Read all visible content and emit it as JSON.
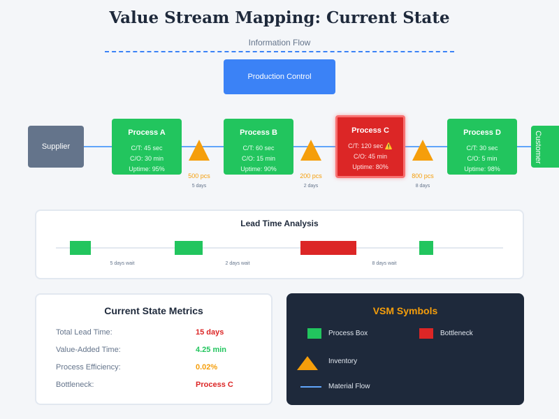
{
  "title": "Value Stream Mapping: Current State",
  "information_flow_label": "Information Flow",
  "production_control": "Production Control",
  "supplier": "Supplier",
  "customer": "Customer",
  "processes": [
    {
      "name": "Process A",
      "ct": "C/T: 45 sec",
      "co": "C/O: 30 min",
      "uptime": "Uptime: 95%",
      "bottleneck": false
    },
    {
      "name": "Process B",
      "ct": "C/T: 60 sec",
      "co": "C/O: 15 min",
      "uptime": "Uptime: 90%",
      "bottleneck": false
    },
    {
      "name": "Process C",
      "ct": "C/T: 120 sec ⚠️",
      "co": "C/O: 45 min",
      "uptime": "Uptime: 80%",
      "bottleneck": true
    },
    {
      "name": "Process D",
      "ct": "C/T: 30 sec",
      "co": "C/O: 5 min",
      "uptime": "Uptime: 98%",
      "bottleneck": false
    }
  ],
  "inventories": [
    {
      "qty": "500 pcs",
      "days": "5 days"
    },
    {
      "qty": "200 pcs",
      "days": "2 days"
    },
    {
      "qty": "800 pcs",
      "days": "8 days"
    }
  ],
  "lead_time": {
    "title": "Lead Time Analysis",
    "waits": [
      "5 days wait",
      "2 days wait",
      "8 days wait"
    ]
  },
  "metrics": {
    "title": "Current State Metrics",
    "rows": [
      {
        "label": "Total Lead Time:",
        "value": "15 days",
        "color": "#dc2626"
      },
      {
        "label": "Value-Added Time:",
        "value": "4.25 min",
        "color": "#22c55e"
      },
      {
        "label": "Process Efficiency:",
        "value": "0.02%",
        "color": "#f59e0b"
      },
      {
        "label": "Bottleneck:",
        "value": "Process C",
        "color": "#dc2626"
      }
    ]
  },
  "symbols": {
    "title": "VSM Symbols",
    "process_box": "Process Box",
    "bottleneck": "Bottleneck",
    "inventory": "Inventory",
    "material_flow": "Material Flow"
  },
  "colors": {
    "process": "#22c55e",
    "bottleneck": "#dc2626",
    "inventory": "#f59e0b",
    "flow": "#60a5fa",
    "control": "#3b82f6"
  }
}
